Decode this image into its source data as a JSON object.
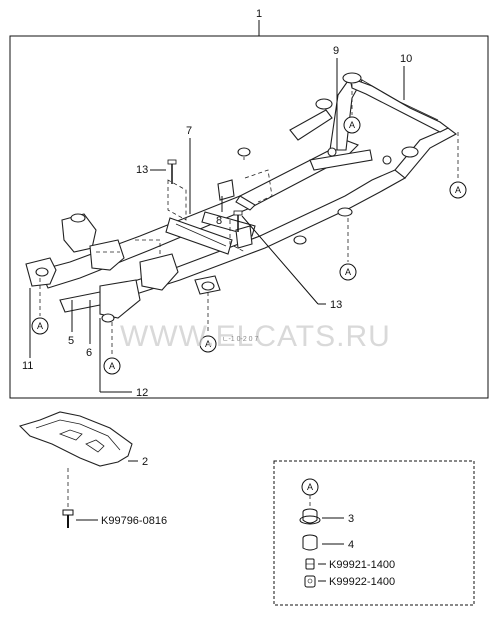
{
  "callouts": {
    "main_assembly": "1",
    "skid_plate": "2",
    "mount_upper": "3",
    "mount_lower": "4",
    "c5": "5",
    "c6": "6",
    "c7": "7",
    "c8": "8",
    "c9": "9",
    "c10": "10",
    "c11": "11",
    "c12": "12",
    "c13_left": "13",
    "c13_right": "13"
  },
  "mount_marker": "A",
  "part_numbers": {
    "skid_bolt": "K99796-0816",
    "nut_1": "K99921-1400",
    "nut_2": "K99922-1400"
  },
  "watermark": "WWW.ELCATS.RU",
  "small_code": "ㄴ-1 0-2 0 7"
}
